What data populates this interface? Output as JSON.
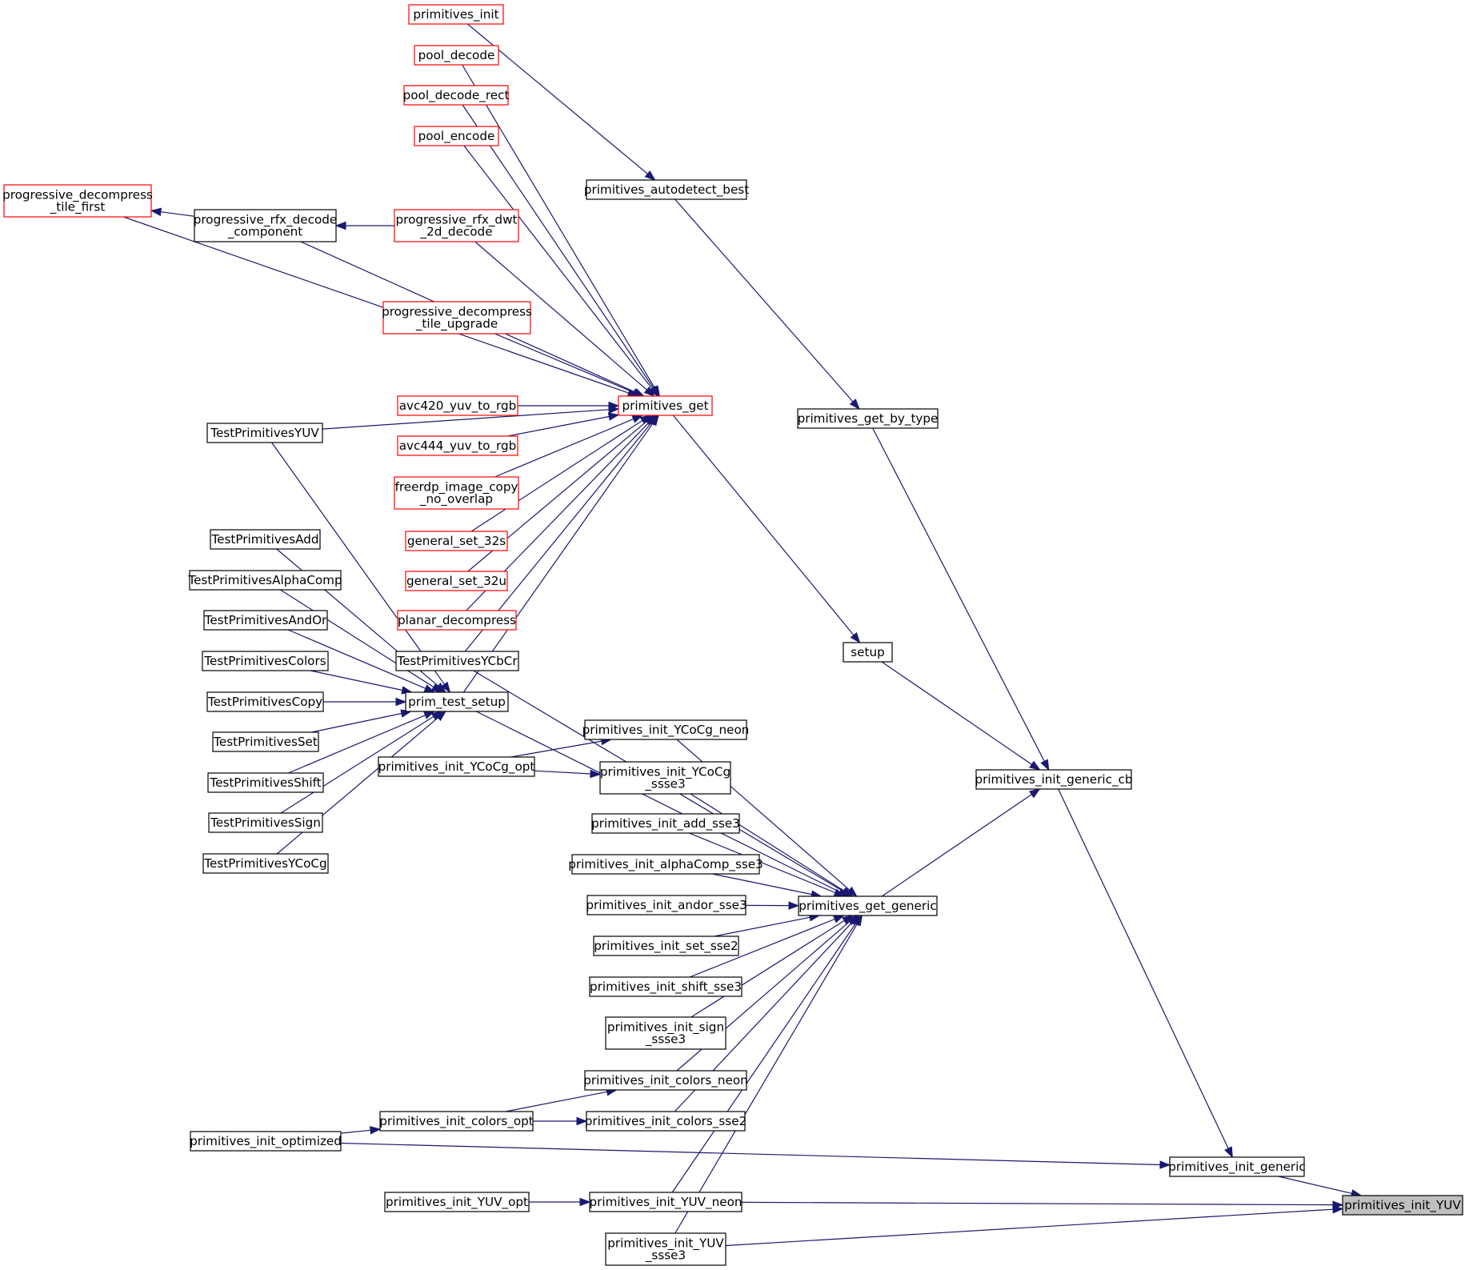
{
  "colors": {
    "edge": "#191970",
    "normal_border": "#000000",
    "truncated_border": "#ff0000",
    "highlight_fill": "#bfbfbf"
  },
  "nodes": {
    "primitives_init_YUV": {
      "label": [
        "primitives_init_YUV"
      ],
      "kind": "highlight"
    },
    "primitives_init_generic": {
      "label": [
        "primitives_init_generic"
      ],
      "kind": "normal"
    },
    "primitives_init_generic_cb": {
      "label": [
        "primitives_init_generic_cb"
      ],
      "kind": "normal"
    },
    "primitives_get_by_type": {
      "label": [
        "primitives_get_by_type"
      ],
      "kind": "normal"
    },
    "primitives_autodetect_best": {
      "label": [
        "primitives_autodetect_best"
      ],
      "kind": "normal"
    },
    "primitives_init": {
      "label": [
        "primitives_init"
      ],
      "kind": "truncated"
    },
    "setup": {
      "label": [
        "setup"
      ],
      "kind": "normal"
    },
    "primitives_get": {
      "label": [
        "primitives_get"
      ],
      "kind": "truncated"
    },
    "primitives_get_generic": {
      "label": [
        "primitives_get_generic"
      ],
      "kind": "normal"
    },
    "pool_decode": {
      "label": [
        "pool_decode"
      ],
      "kind": "truncated"
    },
    "pool_decode_rect": {
      "label": [
        "pool_decode_rect"
      ],
      "kind": "truncated"
    },
    "pool_encode": {
      "label": [
        "pool_encode"
      ],
      "kind": "truncated"
    },
    "progressive_decompress_tile_first": {
      "label": [
        "progressive_decompress",
        "_tile_first"
      ],
      "kind": "truncated"
    },
    "progressive_rfx_decode_component": {
      "label": [
        "progressive_rfx_decode",
        "_component"
      ],
      "kind": "normal"
    },
    "progressive_rfx_dwt_2d_decode": {
      "label": [
        "progressive_rfx_dwt",
        "_2d_decode"
      ],
      "kind": "truncated"
    },
    "progressive_decompress_tile_upgrade": {
      "label": [
        "progressive_decompress",
        "_tile_upgrade"
      ],
      "kind": "truncated"
    },
    "avc420_yuv_to_rgb": {
      "label": [
        "avc420_yuv_to_rgb"
      ],
      "kind": "truncated"
    },
    "avc444_yuv_to_rgb": {
      "label": [
        "avc444_yuv_to_rgb"
      ],
      "kind": "truncated"
    },
    "freerdp_image_copy_no_overlap": {
      "label": [
        "freerdp_image_copy",
        "_no_overlap"
      ],
      "kind": "truncated"
    },
    "general_set_32s": {
      "label": [
        "general_set_32s"
      ],
      "kind": "truncated"
    },
    "general_set_32u": {
      "label": [
        "general_set_32u"
      ],
      "kind": "truncated"
    },
    "planar_decompress": {
      "label": [
        "planar_decompress"
      ],
      "kind": "truncated"
    },
    "TestPrimitivesYCbCr": {
      "label": [
        "TestPrimitivesYCbCr"
      ],
      "kind": "normal"
    },
    "prim_test_setup": {
      "label": [
        "prim_test_setup"
      ],
      "kind": "normal"
    },
    "TestPrimitivesYUV": {
      "label": [
        "TestPrimitivesYUV"
      ],
      "kind": "normal"
    },
    "TestPrimitivesAdd": {
      "label": [
        "TestPrimitivesAdd"
      ],
      "kind": "normal"
    },
    "TestPrimitivesAlphaComp": {
      "label": [
        "TestPrimitivesAlphaComp"
      ],
      "kind": "normal"
    },
    "TestPrimitivesAndOr": {
      "label": [
        "TestPrimitivesAndOr"
      ],
      "kind": "normal"
    },
    "TestPrimitivesColors": {
      "label": [
        "TestPrimitivesColors"
      ],
      "kind": "normal"
    },
    "TestPrimitivesCopy": {
      "label": [
        "TestPrimitivesCopy"
      ],
      "kind": "normal"
    },
    "TestPrimitivesSet": {
      "label": [
        "TestPrimitivesSet"
      ],
      "kind": "normal"
    },
    "TestPrimitivesShift": {
      "label": [
        "TestPrimitivesShift"
      ],
      "kind": "normal"
    },
    "TestPrimitivesSign": {
      "label": [
        "TestPrimitivesSign"
      ],
      "kind": "normal"
    },
    "TestPrimitivesYCoCg": {
      "label": [
        "TestPrimitivesYCoCg"
      ],
      "kind": "normal"
    },
    "primitives_init_YCoCg_neon": {
      "label": [
        "primitives_init_YCoCg_neon"
      ],
      "kind": "normal"
    },
    "primitives_init_YCoCg_opt": {
      "label": [
        "primitives_init_YCoCg_opt"
      ],
      "kind": "normal"
    },
    "primitives_init_YCoCg_ssse3": {
      "label": [
        "primitives_init_YCoCg",
        "_ssse3"
      ],
      "kind": "normal"
    },
    "primitives_init_add_sse3": {
      "label": [
        "primitives_init_add_sse3"
      ],
      "kind": "normal"
    },
    "primitives_init_alphaComp_sse3": {
      "label": [
        "primitives_init_alphaComp_sse3"
      ],
      "kind": "normal"
    },
    "primitives_init_andor_sse3": {
      "label": [
        "primitives_init_andor_sse3"
      ],
      "kind": "normal"
    },
    "primitives_init_set_sse2": {
      "label": [
        "primitives_init_set_sse2"
      ],
      "kind": "normal"
    },
    "primitives_init_shift_sse3": {
      "label": [
        "primitives_init_shift_sse3"
      ],
      "kind": "normal"
    },
    "primitives_init_sign_ssse3": {
      "label": [
        "primitives_init_sign",
        "_ssse3"
      ],
      "kind": "normal"
    },
    "primitives_init_colors_neon": {
      "label": [
        "primitives_init_colors_neon"
      ],
      "kind": "normal"
    },
    "primitives_init_colors_opt": {
      "label": [
        "primitives_init_colors_opt"
      ],
      "kind": "normal"
    },
    "primitives_init_colors_sse2": {
      "label": [
        "primitives_init_colors_sse2"
      ],
      "kind": "normal"
    },
    "primitives_init_optimized": {
      "label": [
        "primitives_init_optimized"
      ],
      "kind": "normal"
    },
    "primitives_init_YUV_opt": {
      "label": [
        "primitives_init_YUV_opt"
      ],
      "kind": "normal"
    },
    "primitives_init_YUV_neon": {
      "label": [
        "primitives_init_YUV_neon"
      ],
      "kind": "normal"
    },
    "primitives_init_YUV_ssse3": {
      "label": [
        "primitives_init_YUV",
        "_ssse3"
      ],
      "kind": "normal"
    }
  },
  "edges": [
    {
      "from": "primitives_init_generic",
      "to": "primitives_init_YUV"
    },
    {
      "from": "primitives_init_YUV_neon",
      "to": "primitives_init_YUV"
    },
    {
      "from": "primitives_init_YUV_ssse3",
      "to": "primitives_init_YUV"
    },
    {
      "from": "primitives_init_generic_cb",
      "to": "primitives_init_generic"
    },
    {
      "from": "primitives_init_optimized",
      "to": "primitives_init_generic"
    },
    {
      "from": "primitives_get_by_type",
      "to": "primitives_init_generic_cb"
    },
    {
      "from": "setup",
      "to": "primitives_init_generic_cb"
    },
    {
      "from": "primitives_get_generic",
      "to": "primitives_init_generic_cb"
    },
    {
      "from": "primitives_autodetect_best",
      "to": "primitives_get_by_type"
    },
    {
      "from": "primitives_init",
      "to": "primitives_autodetect_best"
    },
    {
      "from": "primitives_get",
      "to": "setup"
    },
    {
      "from": "pool_decode",
      "to": "primitives_get"
    },
    {
      "from": "pool_decode_rect",
      "to": "primitives_get"
    },
    {
      "from": "pool_encode",
      "to": "primitives_get"
    },
    {
      "from": "progressive_decompress_tile_first",
      "to": "primitives_get"
    },
    {
      "from": "progressive_rfx_decode_component",
      "to": "primitives_get"
    },
    {
      "from": "progressive_rfx_dwt_2d_decode",
      "to": "primitives_get"
    },
    {
      "from": "progressive_decompress_tile_upgrade",
      "to": "primitives_get"
    },
    {
      "from": "TestPrimitivesYUV",
      "to": "primitives_get"
    },
    {
      "from": "avc420_yuv_to_rgb",
      "to": "primitives_get"
    },
    {
      "from": "avc444_yuv_to_rgb",
      "to": "primitives_get"
    },
    {
      "from": "freerdp_image_copy_no_overlap",
      "to": "primitives_get"
    },
    {
      "from": "general_set_32s",
      "to": "primitives_get"
    },
    {
      "from": "general_set_32u",
      "to": "primitives_get"
    },
    {
      "from": "planar_decompress",
      "to": "primitives_get"
    },
    {
      "from": "TestPrimitivesYCbCr",
      "to": "primitives_get"
    },
    {
      "from": "prim_test_setup",
      "to": "primitives_get"
    },
    {
      "from": "progressive_rfx_decode_component",
      "to": "progressive_decompress_tile_first"
    },
    {
      "from": "progressive_rfx_dwt_2d_decode",
      "to": "progressive_rfx_decode_component"
    },
    {
      "from": "TestPrimitivesYUV",
      "to": "prim_test_setup"
    },
    {
      "from": "TestPrimitivesAdd",
      "to": "prim_test_setup"
    },
    {
      "from": "TestPrimitivesAlphaComp",
      "to": "prim_test_setup"
    },
    {
      "from": "TestPrimitivesAndOr",
      "to": "prim_test_setup"
    },
    {
      "from": "TestPrimitivesColors",
      "to": "prim_test_setup"
    },
    {
      "from": "TestPrimitivesCopy",
      "to": "prim_test_setup"
    },
    {
      "from": "TestPrimitivesSet",
      "to": "prim_test_setup"
    },
    {
      "from": "TestPrimitivesShift",
      "to": "prim_test_setup"
    },
    {
      "from": "TestPrimitivesSign",
      "to": "prim_test_setup"
    },
    {
      "from": "TestPrimitivesYCoCg",
      "to": "prim_test_setup"
    },
    {
      "from": "TestPrimitivesYCbCr",
      "to": "primitives_get_generic"
    },
    {
      "from": "prim_test_setup",
      "to": "primitives_get_generic"
    },
    {
      "from": "primitives_init_YCoCg_neon",
      "to": "primitives_get_generic"
    },
    {
      "from": "primitives_init_YCoCg_ssse3",
      "to": "primitives_get_generic"
    },
    {
      "from": "primitives_init_add_sse3",
      "to": "primitives_get_generic"
    },
    {
      "from": "primitives_init_alphaComp_sse3",
      "to": "primitives_get_generic"
    },
    {
      "from": "primitives_init_andor_sse3",
      "to": "primitives_get_generic"
    },
    {
      "from": "primitives_init_set_sse2",
      "to": "primitives_get_generic"
    },
    {
      "from": "primitives_init_shift_sse3",
      "to": "primitives_get_generic"
    },
    {
      "from": "primitives_init_sign_ssse3",
      "to": "primitives_get_generic"
    },
    {
      "from": "primitives_init_colors_neon",
      "to": "primitives_get_generic"
    },
    {
      "from": "primitives_init_colors_sse2",
      "to": "primitives_get_generic"
    },
    {
      "from": "primitives_init_YUV_neon",
      "to": "primitives_get_generic"
    },
    {
      "from": "primitives_init_YUV_ssse3",
      "to": "primitives_get_generic"
    },
    {
      "from": "primitives_init_YCoCg_opt",
      "to": "primitives_init_YCoCg_neon"
    },
    {
      "from": "primitives_init_YCoCg_opt",
      "to": "primitives_init_YCoCg_ssse3"
    },
    {
      "from": "primitives_init_colors_opt",
      "to": "primitives_init_colors_neon"
    },
    {
      "from": "primitives_init_colors_opt",
      "to": "primitives_init_colors_sse2"
    },
    {
      "from": "primitives_init_optimized",
      "to": "primitives_init_colors_opt"
    },
    {
      "from": "primitives_init_YUV_opt",
      "to": "primitives_init_YUV_neon"
    }
  ]
}
